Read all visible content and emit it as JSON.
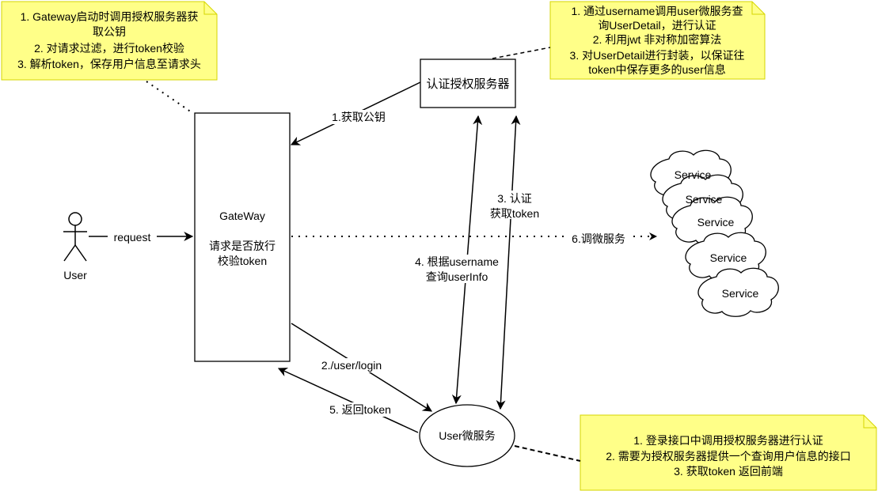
{
  "colors": {
    "note_fill": "#FFFF88",
    "note_stroke": "#D6D600",
    "line": "#000000",
    "background": "#FFFFFF"
  },
  "notes": {
    "gateway": [
      "1. Gateway启动时调用授权服务器获",
      "取公钥",
      "2. 对请求过滤，进行token校验",
      "3. 解析token，保存用户信息至请求头"
    ],
    "auth": [
      "1. 通过username调用user微服务查",
      "询UserDetail，进行认证",
      "2. 利用jwt 非对称加密算法",
      "3. 对UserDetail进行封装，以保证往",
      "token中保存更多的user信息"
    ],
    "user": [
      "1. 登录接口中调用授权服务器进行认证",
      "2. 需要为授权服务器提供一个查询用户信息的接口",
      "3.  获取token 返回前端"
    ]
  },
  "nodes": {
    "auth_server": "认证授权服务器",
    "gateway": [
      "GateWay",
      "",
      "请求是否放行",
      "校验token"
    ],
    "user_service": "User微服务",
    "user_actor": "User",
    "services": [
      "Service",
      "Service",
      "Service",
      "Service",
      "Service"
    ]
  },
  "edges": {
    "request": "request",
    "get_public_key": "1.获取公钥",
    "login": "2./user/login",
    "auth_get_token": [
      "3. 认证",
      "获取token"
    ],
    "query_user_info": [
      "4. 根据username",
      "查询userInfo"
    ],
    "return_token": "5. 返回token",
    "call_service": "6.调微服务"
  }
}
